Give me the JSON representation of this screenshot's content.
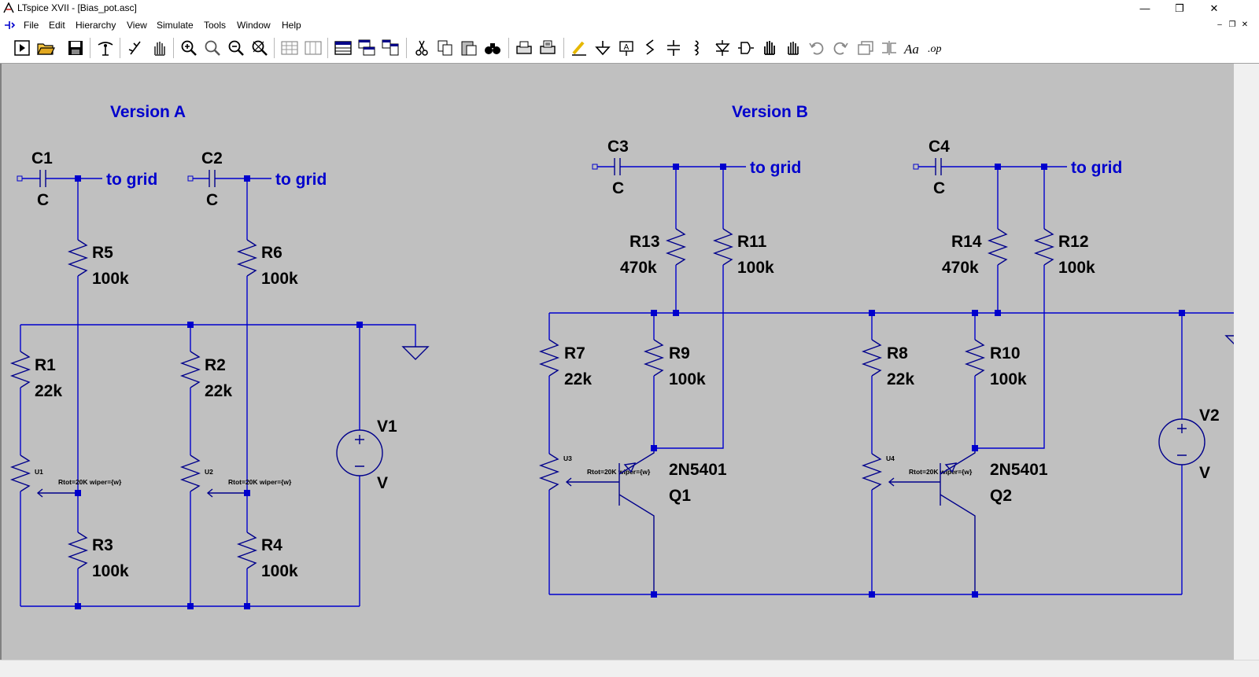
{
  "window": {
    "title": "LTspice XVII - [Bias_pot.asc]",
    "minimize": "—",
    "maximize": "❐",
    "close": "✕"
  },
  "menu": [
    "File",
    "Edit",
    "Hierarchy",
    "View",
    "Simulate",
    "Tools",
    "Window",
    "Help"
  ],
  "toolbar_icons": [
    "run-icon",
    "open-icon",
    "save-icon",
    "control-panel-icon",
    "halt-icon",
    "pan-icon",
    "zoom-in-icon",
    "zoom-area-icon",
    "zoom-out-icon",
    "zoom-fit-icon",
    "tile-horizontal-icon",
    "tile-vertical-icon",
    "cascade-icon",
    "arrange-icon",
    "arrange2-icon",
    "cut-icon",
    "copy-icon",
    "paste-icon",
    "find-icon",
    "print-preview-icon",
    "print-icon",
    "draw-wire-icon",
    "ground-icon",
    "label-net-icon",
    "resistor-icon",
    "capacitor-icon",
    "inductor-icon",
    "diode-icon",
    "component-icon",
    "move-icon",
    "drag-icon",
    "undo-icon",
    "redo-icon",
    "rotate-icon",
    "mirror-icon",
    "text-icon",
    "spice-directive-icon"
  ],
  "schematic": {
    "version_a": "Version A",
    "version_b": "Version B",
    "to_grid": "to grid",
    "components": {
      "C1": {
        "name": "C1",
        "value": "C"
      },
      "C2": {
        "name": "C2",
        "value": "C"
      },
      "C3": {
        "name": "C3",
        "value": "C"
      },
      "C4": {
        "name": "C4",
        "value": "C"
      },
      "R1": {
        "name": "R1",
        "value": "22k"
      },
      "R2": {
        "name": "R2",
        "value": "22k"
      },
      "R3": {
        "name": "R3",
        "value": "100k"
      },
      "R4": {
        "name": "R4",
        "value": "100k"
      },
      "R5": {
        "name": "R5",
        "value": "100k"
      },
      "R6": {
        "name": "R6",
        "value": "100k"
      },
      "R7": {
        "name": "R7",
        "value": "22k"
      },
      "R8": {
        "name": "R8",
        "value": "22k"
      },
      "R9": {
        "name": "R9",
        "value": "100k"
      },
      "R10": {
        "name": "R10",
        "value": "100k"
      },
      "R11": {
        "name": "R11",
        "value": "100k"
      },
      "R12": {
        "name": "R12",
        "value": "100k"
      },
      "R13": {
        "name": "R13",
        "value": "470k"
      },
      "R14": {
        "name": "R14",
        "value": "470k"
      },
      "V1": {
        "name": "V1",
        "value": "V"
      },
      "V2": {
        "name": "V2",
        "value": "V"
      },
      "Q1": {
        "name": "Q1",
        "value": "2N5401"
      },
      "Q2": {
        "name": "Q2",
        "value": "2N5401"
      },
      "U1": {
        "name": "U1",
        "value": "Rtot=20K wiper={w}"
      },
      "U2": {
        "name": "U2",
        "value": "Rtot=20K wiper={w}"
      },
      "U3": {
        "name": "U3",
        "value": "Rtot=20K wiper={w}"
      },
      "U4": {
        "name": "U4",
        "value": "Rtot=20K wiper={w}"
      }
    }
  },
  "colors": {
    "wire": "#0000cd",
    "component": "#00008b",
    "canvas": "#c0c0c0",
    "label": "#0000cd"
  }
}
